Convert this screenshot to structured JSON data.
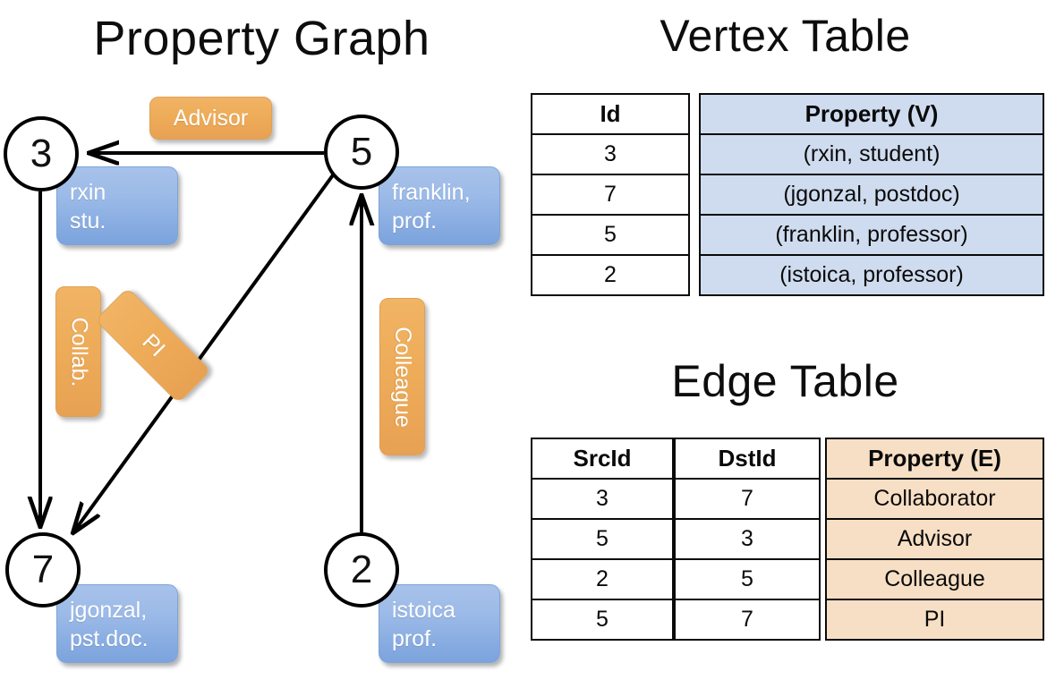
{
  "titles": {
    "property_graph": "Property Graph",
    "vertex_table": "Vertex Table",
    "edge_table": "Edge Table"
  },
  "graph": {
    "nodes": [
      {
        "id": "3",
        "property_label": "rxin\nstu."
      },
      {
        "id": "5",
        "property_label": "franklin,\nprof."
      },
      {
        "id": "7",
        "property_label": "jgonzal,\npst.doc."
      },
      {
        "id": "2",
        "property_label": "istoica\nprof."
      }
    ],
    "node_labels": {
      "n3": "3",
      "n5": "5",
      "n7": "7",
      "n2": "2"
    },
    "property_boxes": {
      "rxin_line1": "rxin",
      "rxin_line2": "stu.",
      "franklin_line1": "franklin,",
      "franklin_line2": "prof.",
      "jgonzal_line1": "jgonzal,",
      "jgonzal_line2": "pst.doc.",
      "istoica_line1": "istoica",
      "istoica_line2": "prof."
    },
    "edge_labels": {
      "advisor": "Advisor",
      "collab": "Collab.",
      "pi": "PI",
      "colleague": "Colleague"
    },
    "edges": [
      {
        "from": "5",
        "to": "3",
        "label": "Advisor"
      },
      {
        "from": "3",
        "to": "7",
        "label": "Collab."
      },
      {
        "from": "5",
        "to": "7",
        "label": "PI"
      },
      {
        "from": "2",
        "to": "5",
        "label": "Colleague"
      }
    ]
  },
  "vertex_table": {
    "headers": {
      "id": "Id",
      "property": "Property (V)"
    },
    "rows": [
      {
        "id": "3",
        "property": "(rxin, student)"
      },
      {
        "id": "7",
        "property": "(jgonzal, postdoc)"
      },
      {
        "id": "5",
        "property": "(franklin, professor)"
      },
      {
        "id": "2",
        "property": "(istoica, professor)"
      }
    ]
  },
  "edge_table": {
    "headers": {
      "src": "SrcId",
      "dst": "DstId",
      "property": "Property (E)"
    },
    "rows": [
      {
        "src": "3",
        "dst": "7",
        "property": "Collaborator"
      },
      {
        "src": "5",
        "dst": "3",
        "property": "Advisor"
      },
      {
        "src": "2",
        "dst": "5",
        "property": "Colleague"
      },
      {
        "src": "5",
        "dst": "7",
        "property": "PI"
      }
    ]
  },
  "colors": {
    "vertex_property_fill": "#cfdcef",
    "edge_property_fill": "#f7dfc5",
    "node_box_blue": "#9dbbe8",
    "edge_label_orange": "#eeac59",
    "stroke": "#000000",
    "background": "#ffffff"
  }
}
